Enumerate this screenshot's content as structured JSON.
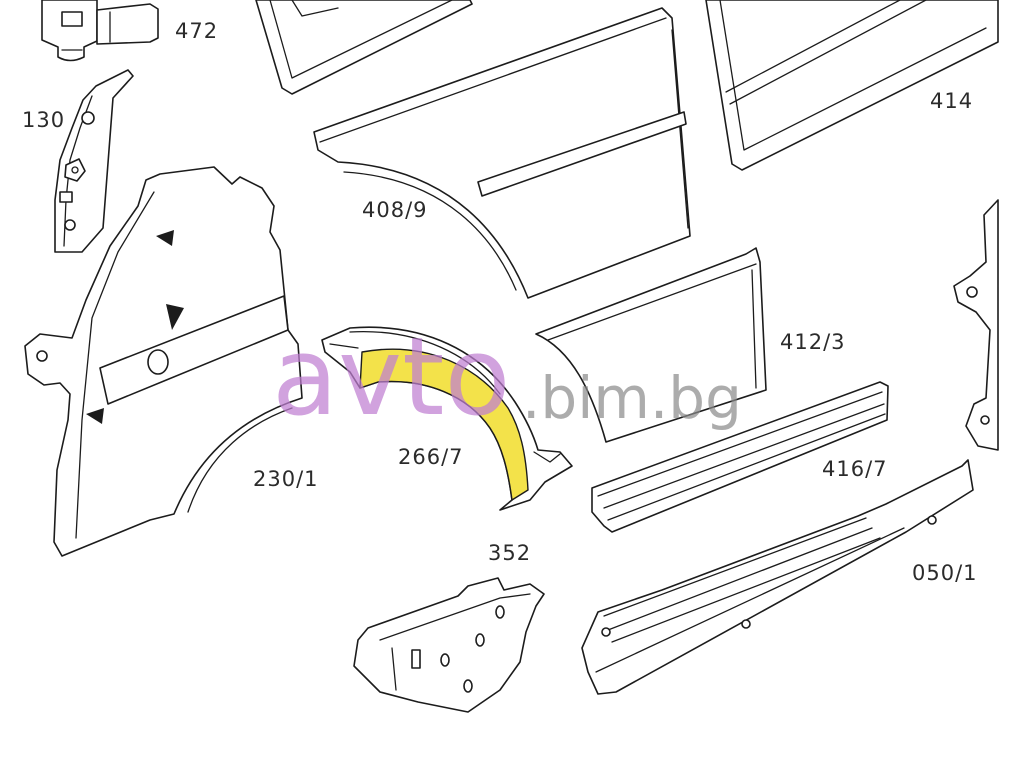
{
  "diagram": {
    "line_color": "#1c1c1c",
    "highlight_color": "#F3E24A",
    "label_color": "#2b2b2b",
    "parts": [
      {
        "number": "472"
      },
      {
        "number": "130"
      },
      {
        "number": "414"
      },
      {
        "number": "408/9"
      },
      {
        "number": "412/3"
      },
      {
        "number": "266/7",
        "highlighted": true
      },
      {
        "number": "230/1"
      },
      {
        "number": "416/7"
      },
      {
        "number": "050/1"
      },
      {
        "number": "352"
      }
    ]
  },
  "watermark": {
    "brand": "avto",
    "domain": ".bim.bg",
    "brand_color": "#c07fd2",
    "domain_color": "#8a8a8a"
  }
}
